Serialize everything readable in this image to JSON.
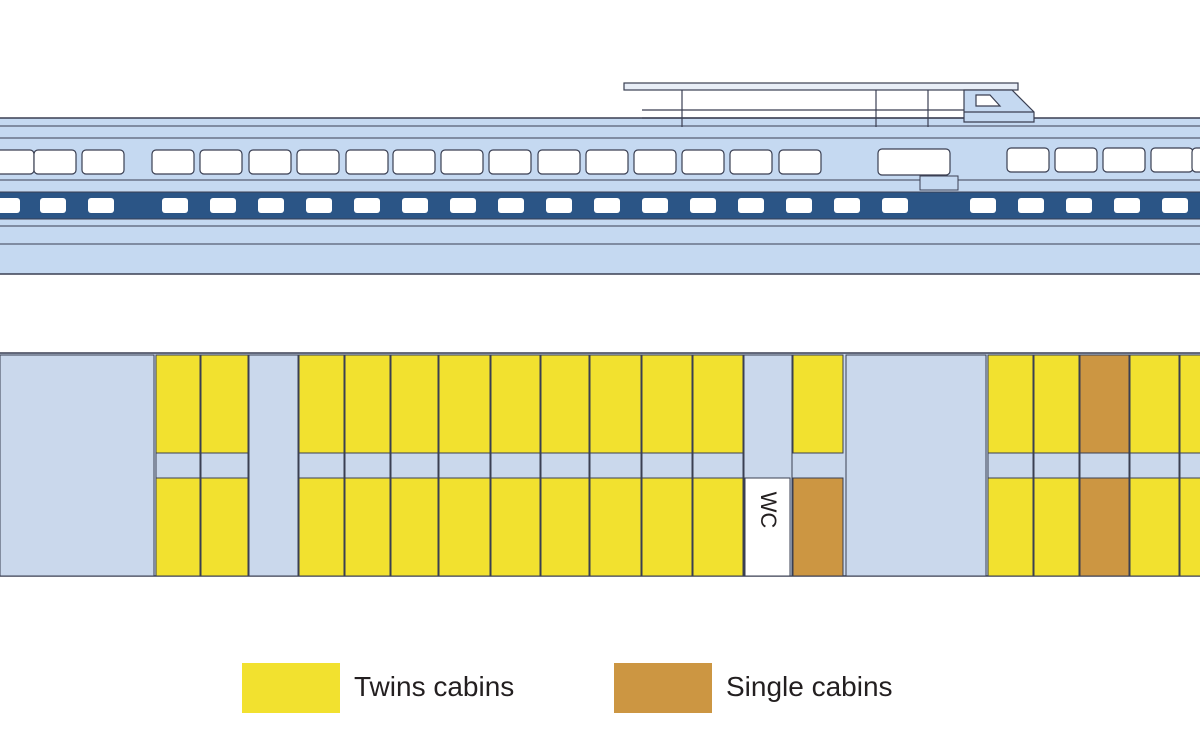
{
  "deck_plan": {
    "wc_label": "WC"
  },
  "legend": {
    "items": [
      {
        "label": "Twins cabins",
        "color": "#f2e12f"
      },
      {
        "label": "Single cabins",
        "color": "#cc9642"
      }
    ]
  },
  "colors": {
    "hull": "#c5d9f1",
    "corridor": "#cad8ec",
    "dark_band": "#2b5586",
    "outline": "#3a3f52",
    "twin": "#f2e12f",
    "single": "#cc9642",
    "wc": "#ffffff"
  }
}
